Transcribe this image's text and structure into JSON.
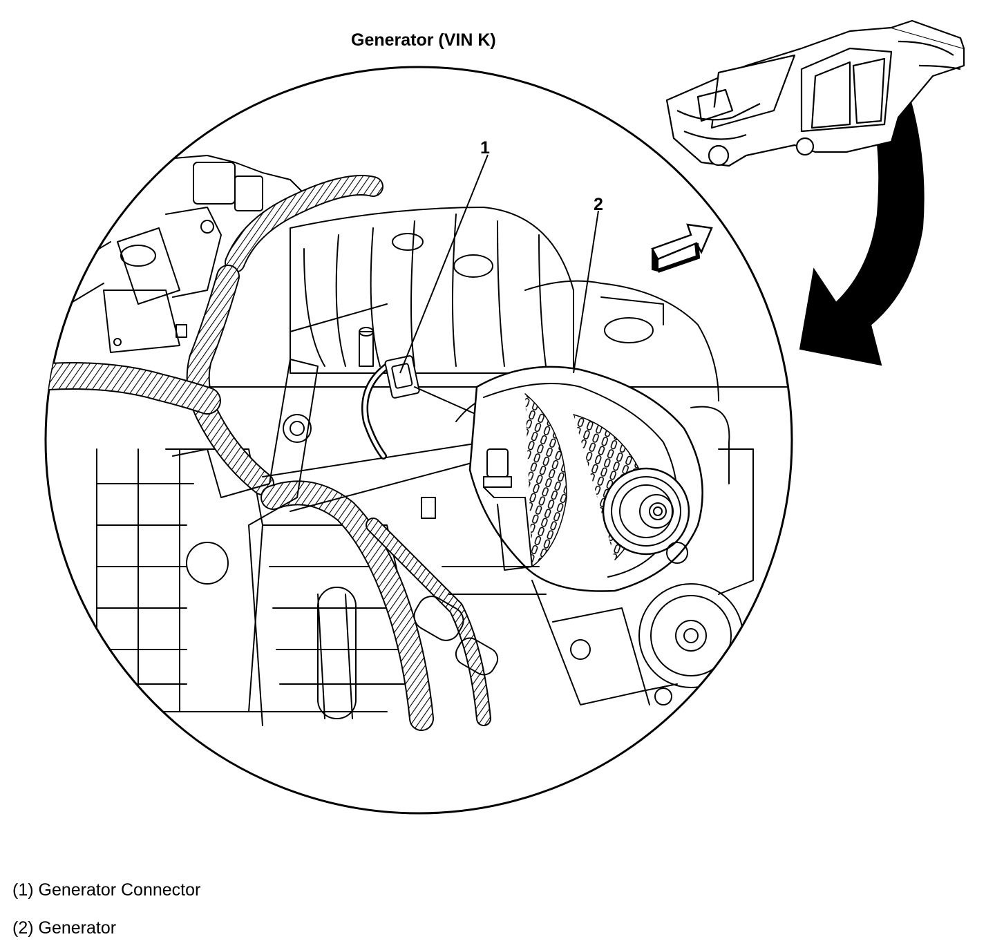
{
  "figure": {
    "title": "Generator (VIN K)"
  },
  "callouts": [
    {
      "number": "1",
      "target": "generator-connector"
    },
    {
      "number": "2",
      "target": "generator"
    }
  ],
  "legend": [
    {
      "text": "(1) Generator Connector"
    },
    {
      "text": "(2) Generator"
    }
  ]
}
